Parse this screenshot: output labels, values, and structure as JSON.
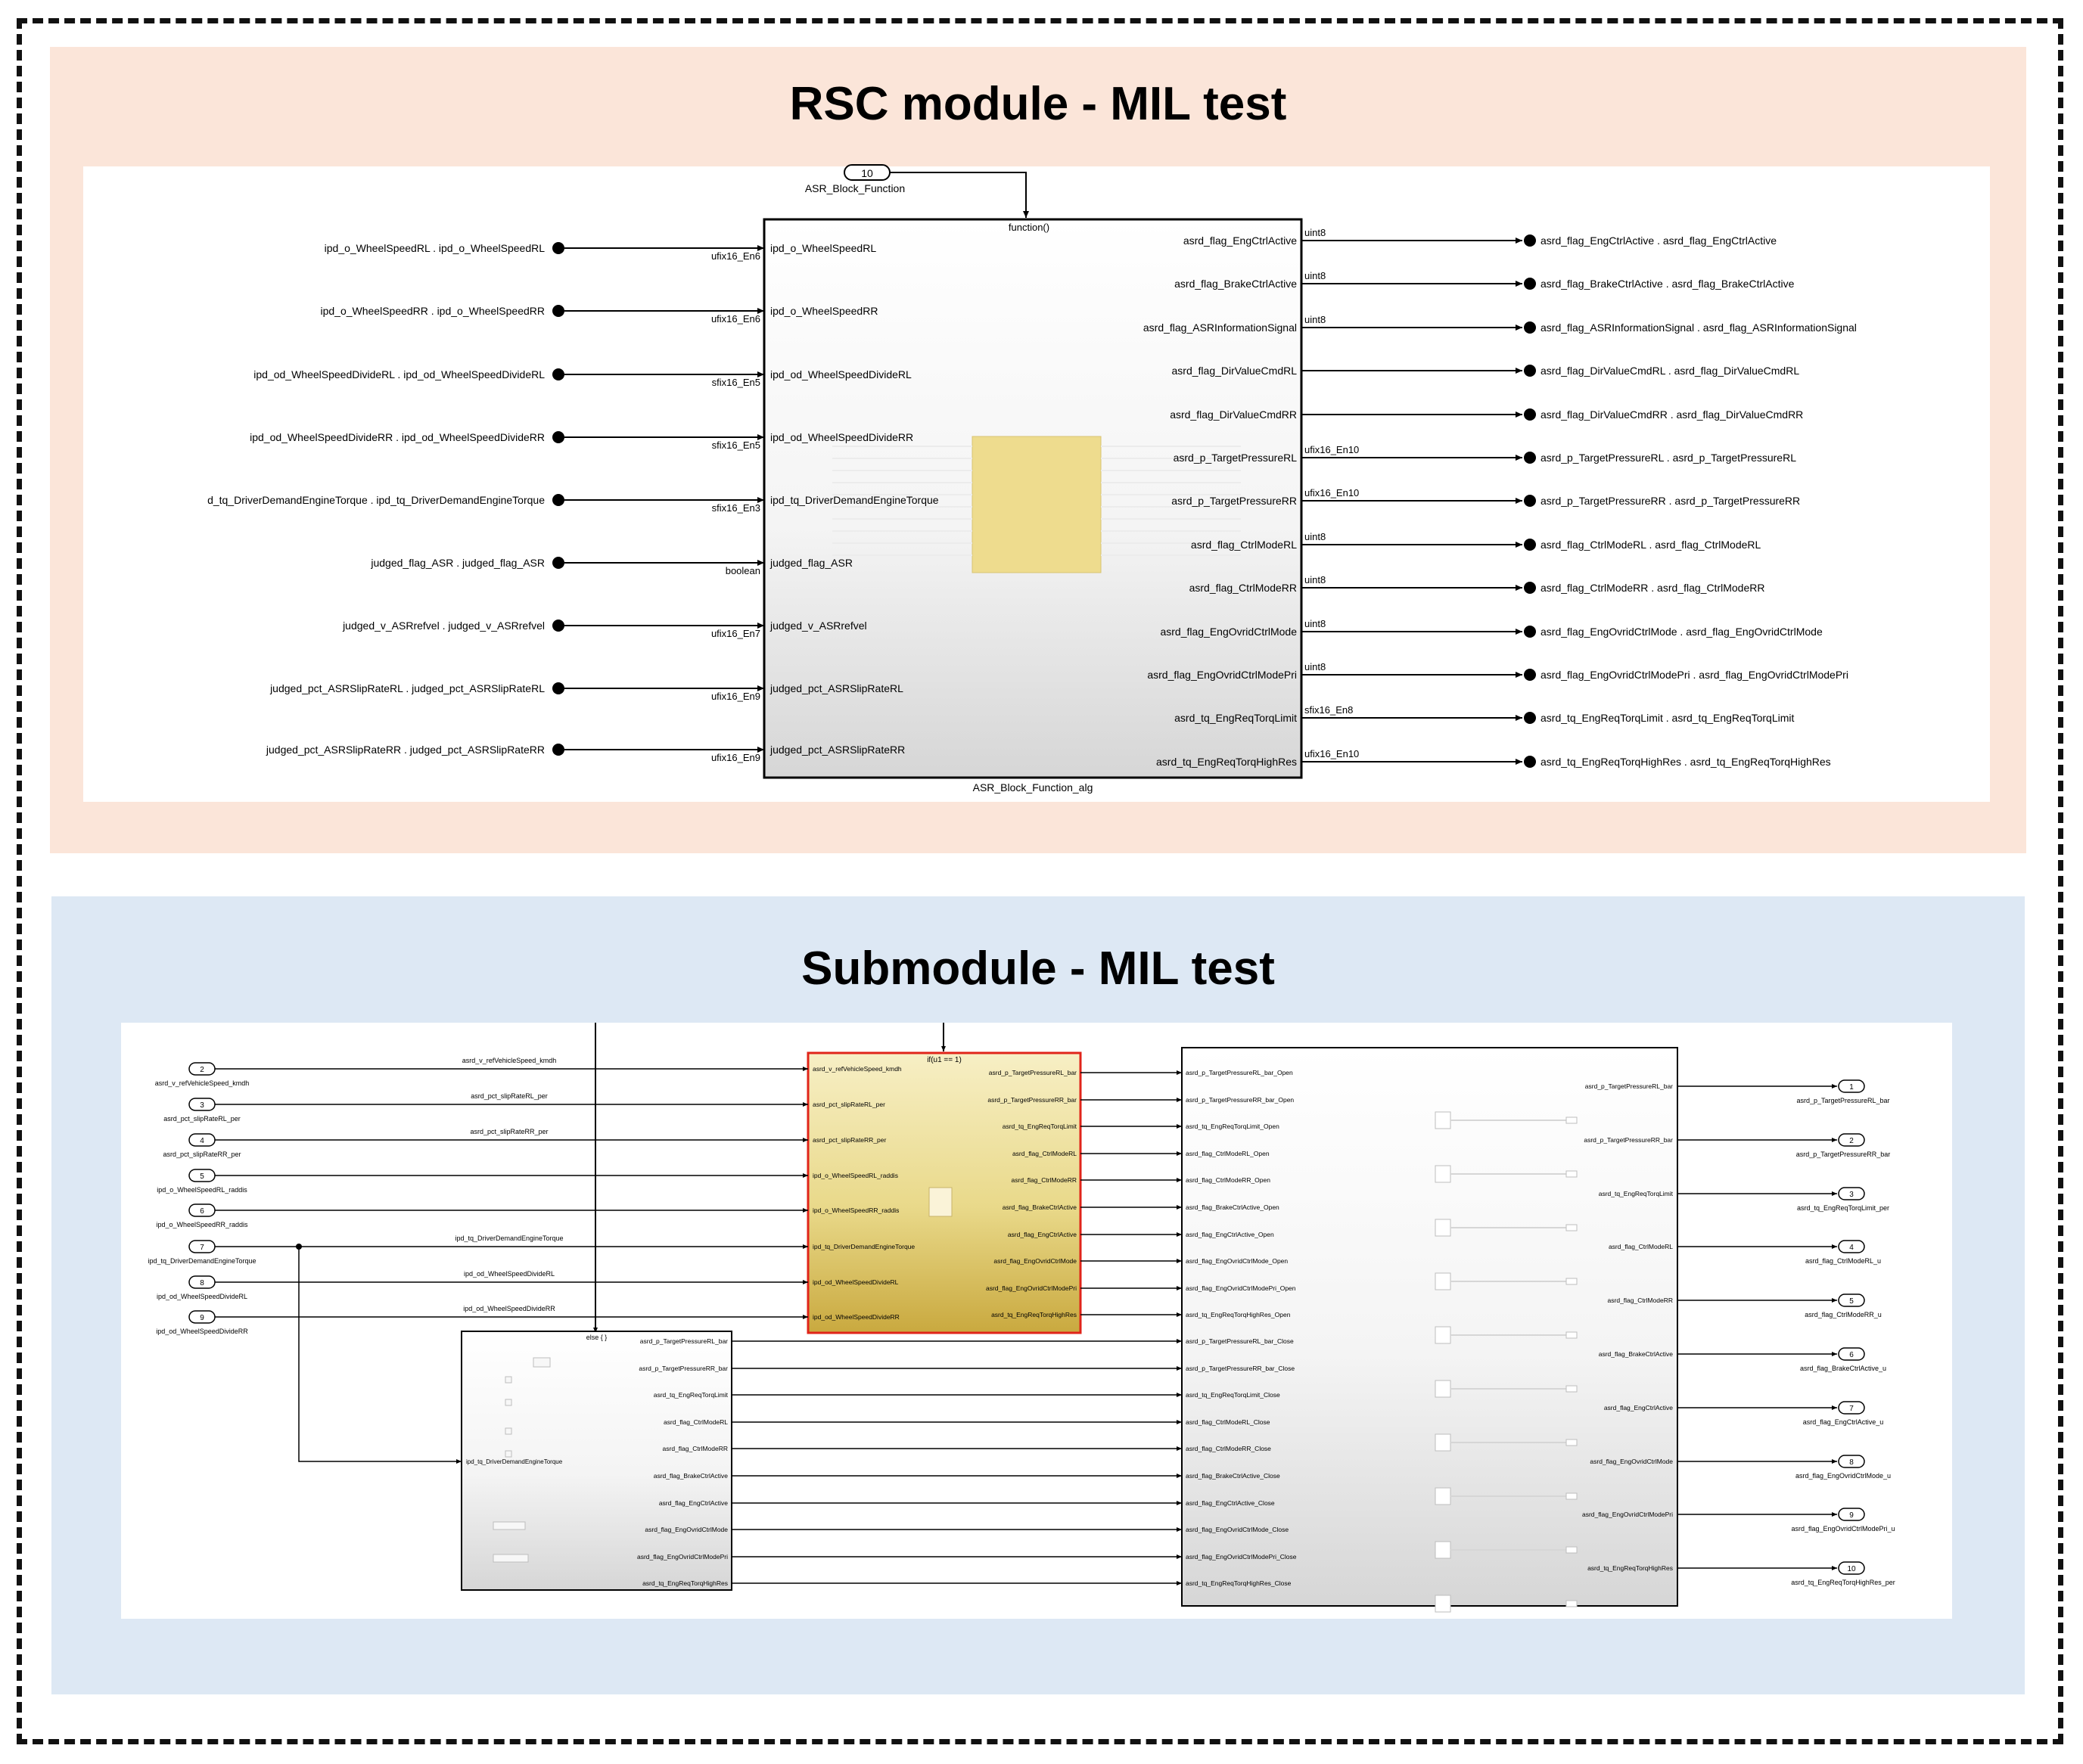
{
  "rsc": {
    "title": "RSC module - MIL test",
    "trigger": {
      "number": "10",
      "label": "ASR_Block_Function"
    },
    "block": {
      "function_label": "function()",
      "name": "ASR_Block_Function_alg"
    },
    "inputs": [
      {
        "signal": "ipd_o_WheelSpeedRL . ipd_o_WheelSpeedRL",
        "type": "ufix16_En6",
        "port": "ipd_o_WheelSpeedRL"
      },
      {
        "signal": "ipd_o_WheelSpeedRR . ipd_o_WheelSpeedRR",
        "type": "ufix16_En6",
        "port": "ipd_o_WheelSpeedRR"
      },
      {
        "signal": "ipd_od_WheelSpeedDivideRL . ipd_od_WheelSpeedDivideRL",
        "type": "sfix16_En5",
        "port": "ipd_od_WheelSpeedDivideRL"
      },
      {
        "signal": "ipd_od_WheelSpeedDivideRR . ipd_od_WheelSpeedDivideRR",
        "type": "sfix16_En5",
        "port": "ipd_od_WheelSpeedDivideRR"
      },
      {
        "signal": "d_tq_DriverDemandEngineTorque . ipd_tq_DriverDemandEngineTorque",
        "type": "sfix16_En3",
        "port": "ipd_tq_DriverDemandEngineTorque"
      },
      {
        "signal": "judged_flag_ASR . judged_flag_ASR",
        "type": "boolean",
        "port": "judged_flag_ASR"
      },
      {
        "signal": "judged_v_ASRrefvel . judged_v_ASRrefvel",
        "type": "ufix16_En7",
        "port": "judged_v_ASRrefvel"
      },
      {
        "signal": "judged_pct_ASRSlipRateRL . judged_pct_ASRSlipRateRL",
        "type": "ufix16_En9",
        "port": "judged_pct_ASRSlipRateRL"
      },
      {
        "signal": "judged_pct_ASRSlipRateRR . judged_pct_ASRSlipRateRR",
        "type": "ufix16_En9",
        "port": "judged_pct_ASRSlipRateRR"
      }
    ],
    "outputs": [
      {
        "port": "asrd_flag_EngCtrlActive",
        "type": "uint8",
        "signal": "asrd_flag_EngCtrlActive . asrd_flag_EngCtrlActive"
      },
      {
        "port": "asrd_flag_BrakeCtrlActive",
        "type": "uint8",
        "signal": "asrd_flag_BrakeCtrlActive . asrd_flag_BrakeCtrlActive"
      },
      {
        "port": "asrd_flag_ASRInformationSignal",
        "type": "uint8",
        "signal": "asrd_flag_ASRInformationSignal . asrd_flag_ASRInformationSignal"
      },
      {
        "port": "asrd_flag_DirValueCmdRL",
        "type": "",
        "signal": "asrd_flag_DirValueCmdRL . asrd_flag_DirValueCmdRL"
      },
      {
        "port": "asrd_flag_DirValueCmdRR",
        "type": "",
        "signal": "asrd_flag_DirValueCmdRR . asrd_flag_DirValueCmdRR"
      },
      {
        "port": "asrd_p_TargetPressureRL",
        "type": "ufix16_En10",
        "signal": "asrd_p_TargetPressureRL . asrd_p_TargetPressureRL"
      },
      {
        "port": "asrd_p_TargetPressureRR",
        "type": "ufix16_En10",
        "signal": "asrd_p_TargetPressureRR . asrd_p_TargetPressureRR"
      },
      {
        "port": "asrd_flag_CtrlModeRL",
        "type": "uint8",
        "signal": "asrd_flag_CtrlModeRL . asrd_flag_CtrlModeRL"
      },
      {
        "port": "asrd_flag_CtrlModeRR",
        "type": "uint8",
        "signal": "asrd_flag_CtrlModeRR . asrd_flag_CtrlModeRR"
      },
      {
        "port": "asrd_flag_EngOvridCtrlMode",
        "type": "uint8",
        "signal": "asrd_flag_EngOvridCtrlMode . asrd_flag_EngOvridCtrlMode"
      },
      {
        "port": "asrd_flag_EngOvridCtrlModePri",
        "type": "uint8",
        "signal": "asrd_flag_EngOvridCtrlModePri . asrd_flag_EngOvridCtrlModePri"
      },
      {
        "port": "asrd_tq_EngReqTorqLimit",
        "type": "sfix16_En8",
        "signal": "asrd_tq_EngReqTorqLimit . asrd_tq_EngReqTorqLimit"
      },
      {
        "port": "asrd_tq_EngReqTorqHighRes",
        "type": "ufix16_En10",
        "signal": "asrd_tq_EngReqTorqHighRes . asrd_tq_EngReqTorqHighRes"
      }
    ]
  },
  "sub": {
    "title": "Submodule - MIL test",
    "inputs": [
      {
        "num": "2",
        "name": "asrd_v_refVehicleSpeed_kmdh",
        "wire": "asrd_v_refVehicleSpeed_kmdh"
      },
      {
        "num": "3",
        "name": "asrd_pct_slipRateRL_per",
        "wire": "asrd_pct_slipRateRL_per"
      },
      {
        "num": "4",
        "name": "asrd_pct_slipRateRR_per",
        "wire": "asrd_pct_slipRateRR_per"
      },
      {
        "num": "5",
        "name": "ipd_o_WheelSpeedRL_raddis",
        "wire": ""
      },
      {
        "num": "6",
        "name": "ipd_o_WheelSpeedRR_raddis",
        "wire": ""
      },
      {
        "num": "7",
        "name": "ipd_tq_DriverDemandEngineTorque",
        "wire": "ipd_tq_DriverDemandEngineTorque"
      },
      {
        "num": "8",
        "name": "ipd_od_WheelSpeedDivideRL",
        "wire": "ipd_od_WheelSpeedDivideRL"
      },
      {
        "num": "9",
        "name": "ipd_od_WheelSpeedDivideRR",
        "wire": "ipd_od_WheelSpeedDivideRR"
      }
    ],
    "if_block": {
      "label": "if(u1 == 1)",
      "inports": [
        "asrd_v_refVehicleSpeed_kmdh",
        "asrd_pct_slipRateRL_per",
        "asrd_pct_slipRateRR_per",
        "ipd_o_WheelSpeedRL_raddis",
        "ipd_o_WheelSpeedRR_raddis",
        "ipd_tq_DriverDemandEngineTorque",
        "ipd_od_WheelSpeedDivideRL",
        "ipd_od_WheelSpeedDivideRR"
      ],
      "outports": [
        "asrd_p_TargetPressureRL_bar",
        "asrd_p_TargetPressureRR_bar",
        "asrd_tq_EngReqTorqLimit",
        "asrd_flag_CtrlModeRL",
        "asrd_flag_CtrlModeRR",
        "asrd_flag_BrakeCtrlActive",
        "asrd_flag_EngCtrlActive",
        "asrd_flag_EngOvridCtrlMode",
        "asrd_flag_EngOvridCtrlModePri",
        "asrd_tq_EngReqTorqHighRes"
      ]
    },
    "else_block": {
      "label": "else { }",
      "inport": "ipd_tq_DriverDemandEngineTorque",
      "outports": [
        "asrd_p_TargetPressureRL_bar",
        "asrd_p_TargetPressureRR_bar",
        "asrd_tq_EngReqTorqLimit",
        "asrd_flag_CtrlModeRL",
        "asrd_flag_CtrlModeRR",
        "asrd_flag_BrakeCtrlActive",
        "asrd_flag_EngCtrlActive",
        "asrd_flag_EngOvridCtrlMode",
        "asrd_flag_EngOvridCtrlModePri",
        "asrd_tq_EngReqTorqHighRes"
      ]
    },
    "merge_block": {
      "open_inputs": [
        "asrd_p_TargetPressureRL_bar_Open",
        "asrd_p_TargetPressureRR_bar_Open",
        "asrd_tq_EngReqTorqLimit_Open",
        "asrd_flag_CtrlModeRL_Open",
        "asrd_flag_CtrlModeRR_Open",
        "asrd_flag_BrakeCtrlActive_Open",
        "asrd_flag_EngCtrlActive_Open",
        "asrd_flag_EngOvridCtrlMode_Open",
        "asrd_flag_EngOvridCtrlModePri_Open",
        "asrd_tq_EngReqTorqHighRes_Open"
      ],
      "close_inputs": [
        "asrd_p_TargetPressureRL_bar_Close",
        "asrd_p_TargetPressureRR_bar_Close",
        "asrd_tq_EngReqTorqLimit_Close",
        "asrd_flag_CtrlModeRL_Close",
        "asrd_flag_CtrlModeRR_Close",
        "asrd_flag_BrakeCtrlActive_Close",
        "asrd_flag_EngCtrlActive_Close",
        "asrd_flag_EngOvridCtrlMode_Close",
        "asrd_flag_EngOvridCtrlModePri_Close",
        "asrd_tq_EngReqTorqHighRes_Close"
      ],
      "outports": [
        "asrd_p_TargetPressureRL_bar",
        "asrd_p_TargetPressureRR_bar",
        "asrd_tq_EngReqTorqLimit",
        "asrd_flag_CtrlModeRL",
        "asrd_flag_CtrlModeRR",
        "asrd_flag_BrakeCtrlActive",
        "asrd_flag_EngCtrlActive",
        "asrd_flag_EngOvridCtrlMode",
        "asrd_flag_EngOvridCtrlModePri",
        "asrd_tq_EngReqTorqHighRes"
      ]
    },
    "outputs": [
      {
        "num": "1",
        "name": "asrd_p_TargetPressureRL_bar"
      },
      {
        "num": "2",
        "name": "asrd_p_TargetPressureRR_bar"
      },
      {
        "num": "3",
        "name": "asrd_tq_EngReqTorqLimit_per"
      },
      {
        "num": "4",
        "name": "asrd_flag_CtrlModeRL_u"
      },
      {
        "num": "5",
        "name": "asrd_flag_CtrlModeRR_u"
      },
      {
        "num": "6",
        "name": "asrd_flag_BrakeCtrlActive_u"
      },
      {
        "num": "7",
        "name": "asrd_flag_EngCtrlActive_u"
      },
      {
        "num": "8",
        "name": "asrd_flag_EngOvridCtrlMode_u"
      },
      {
        "num": "9",
        "name": "asrd_flag_EngOvridCtrlModePri_u"
      },
      {
        "num": "10",
        "name": "asrd_tq_EngReqTorqHighRes_per"
      }
    ]
  }
}
